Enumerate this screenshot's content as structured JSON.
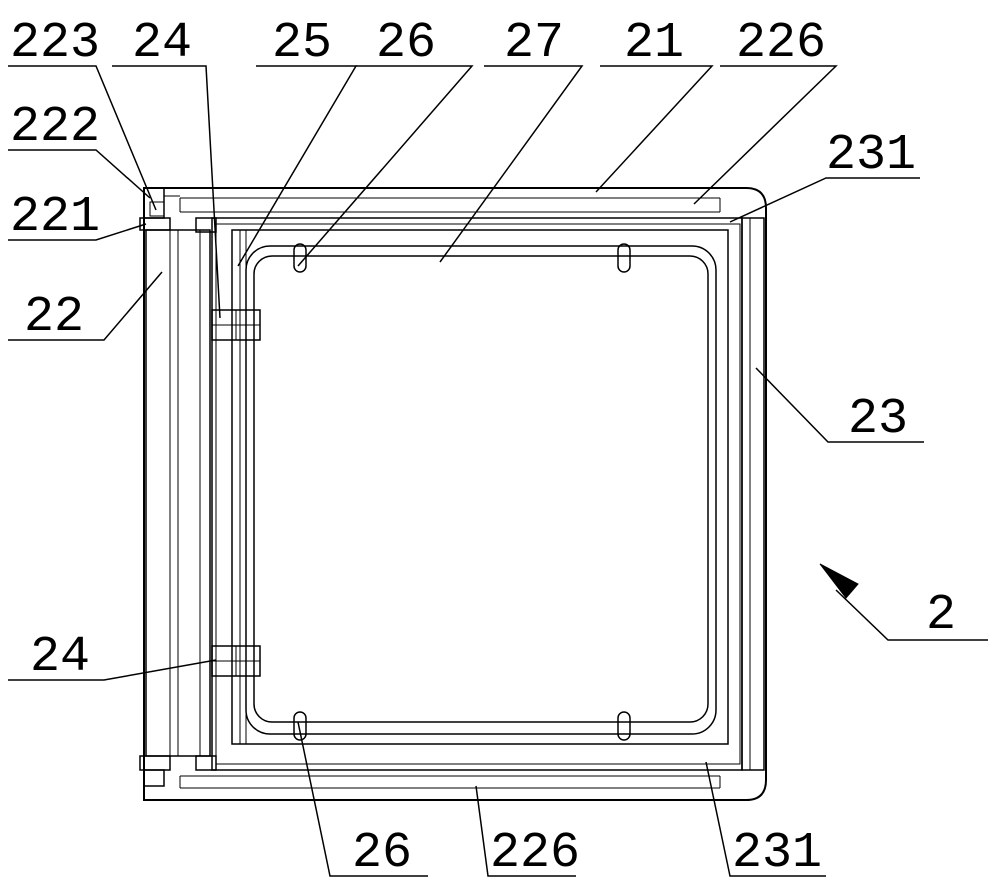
{
  "labels": {
    "l223": "223",
    "l24_top": "24",
    "l25": "25",
    "l26_top": "26",
    "l27": "27",
    "l21": "21",
    "l226_top": "226",
    "l222": "222",
    "l231_top": "231",
    "l221": "221",
    "l22": "22",
    "l23": "23",
    "l2": "2",
    "l24_bottom": "24",
    "l26_bottom": "26",
    "l226_bottom": "226",
    "l231_bottom": "231"
  }
}
